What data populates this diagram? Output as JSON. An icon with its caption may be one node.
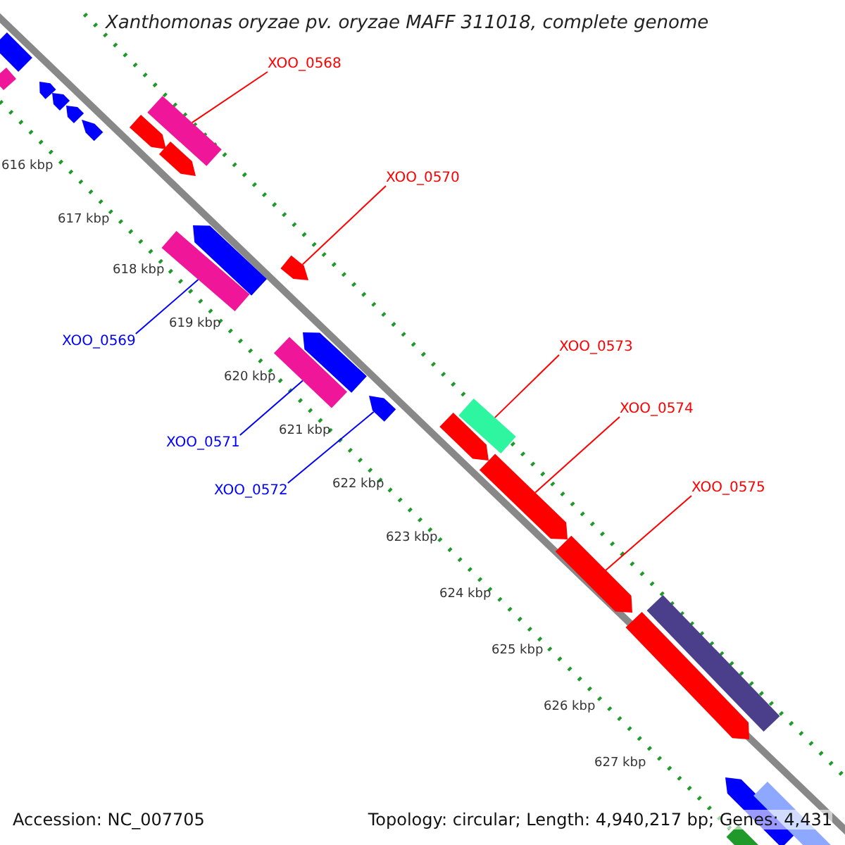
{
  "diagram": {
    "title": "Xanthomonas oryzae pv. oryzae MAFF 311018, complete genome",
    "nodes": [
      {
        "text": [
          "XOO_0568"
        ]
      },
      {
        "text": [],
        "shape": "bar"
      },
      {
        "text": [
          "XOO_0570"
        ]
      },
      {
        "text": [],
        "shape": "bar"
      },
      {
        "text": [
          "XOO_0569"
        ]
      },
      {
        "text": [],
        "shape": "bar"
      },
      {
        "text": [
          "XOO_0573"
        ]
      },
      {
        "text": [],
        "shape": "bar"
      },
      {
        "text": [
          "XOO_0574"
        ]
      },
      {
        "text": [],
        "shape": "bar"
      },
      {
        "text": [
          "XOO_0571"
        ]
      },
      {
        "text": [],
        "shape": "bar"
      },
      {
        "text": [
          "XOO_0572"
        ]
      },
      {
        "text": [],
        "shape": "bar"
      },
      {
        "text": [
          "XOO_0575"
        ]
      },
      {
        "text": [],
        "shape": "bar"
      },
      {
        "text": [],
        "shape": "bar"
      },
      {
        "text": [],
        "shape": "bar"
      },
      {
        "text": [],
        "shape": "bar"
      },
      {
        "text": [],
        "shape": "bar"
      },
      {
        "text": [],
        "shape": "bar"
      },
      {
        "text": [],
        "shape": "bar"
      },
      {
        "text": [],
        "shape": "bar"
      },
      {
        "text": [],
        "shape": "bar"
      },
      {
        "text": [],
        "shape": "bar"
      },
      {
        "text": [],
        "shape": "bar"
      },
      {
        "text": [],
        "shape": "bar"
      },
      {
        "text": [],
        "shape": "bar"
      },
      {
        "text": [],
        "shape": "bar"
      },
      {
        "text": [],
        "shape": "bar"
      },
      {
        "text": [],
        "shape": "bar"
      },
      {
        "text": [],
        "shape": "bar"
      }
    ],
    "edges": [
      {
        "from": 0,
        "to": 1,
        "arrow": "none"
      },
      {
        "from": 2,
        "to": 3,
        "arrow": "none"
      },
      {
        "from": 4,
        "to": 5,
        "arrow": "none",
        "color": "#0000ff"
      },
      {
        "from": 6,
        "to": 7,
        "arrow": "none"
      },
      {
        "from": 8,
        "to": 9,
        "arrow": "none"
      },
      {
        "from": 10,
        "to": 11,
        "arrow": "none",
        "color": "#0000ff"
      },
      {
        "from": 12,
        "to": 13,
        "arrow": "none",
        "color": "#0000ff"
      },
      {
        "from": 14,
        "to": 15,
        "arrow": "none"
      }
    ],
    "labels": [
      "616 kbp",
      "617 kbp",
      "618 kbp",
      "619 kbp",
      "620 kbp",
      "621 kbp",
      "622 kbp",
      "623 kbp",
      "624 kbp",
      "625 kbp",
      "626 kbp",
      "627 kbp",
      "Accession: NC_007705",
      "Topology: circular; Length: 4,940,217 bp; Genes: 4,431"
    ]
  }
}
